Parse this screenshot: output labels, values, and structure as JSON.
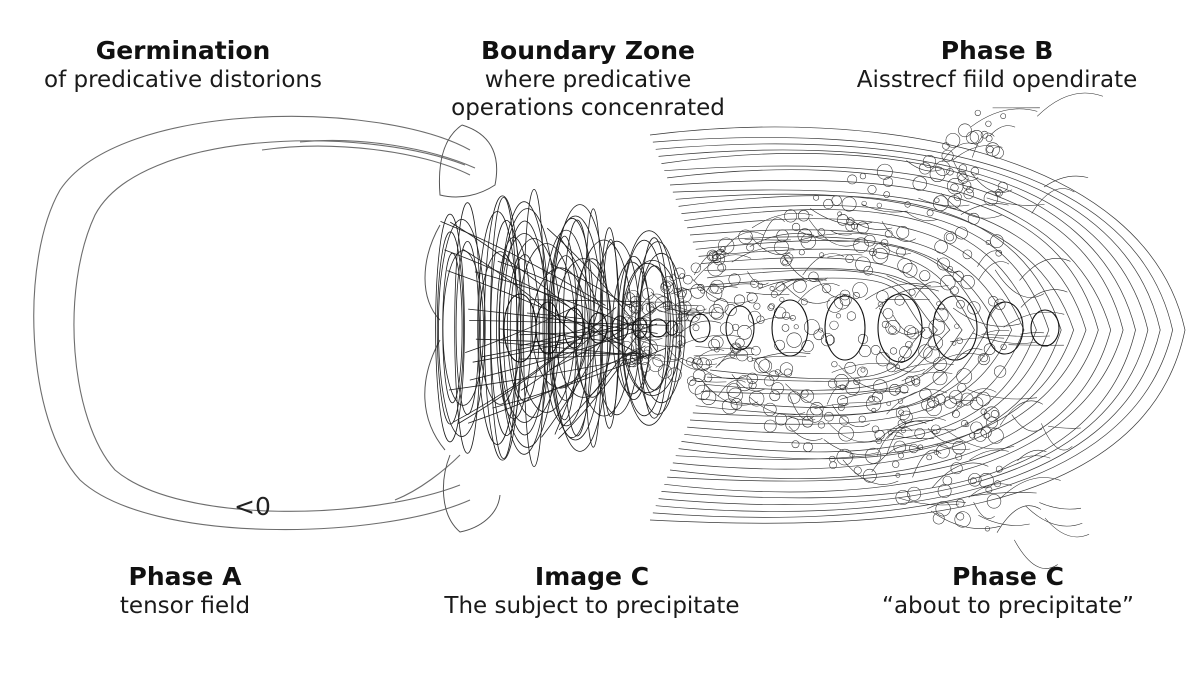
{
  "labels": {
    "germination": {
      "title": "Germination",
      "subtitle": "of predicative distorions"
    },
    "boundary_zone": {
      "title": "Boundary Zone",
      "subtitle": "where predicative operations concenrated"
    },
    "phase_b": {
      "title": "Phase B",
      "subtitle": "Aisstrecf fiild opendirate"
    },
    "phase_a": {
      "title": "Phase A",
      "subtitle": "tensor field"
    },
    "image_c": {
      "title": "Image C",
      "subtitle": "The subject to precipitate"
    },
    "phase_c": {
      "title": "Phase C",
      "subtitle": "“about to precipitate”"
    }
  },
  "field_marker": "<0",
  "colors": {
    "ink": "#111111",
    "line": "#2b2b2b",
    "background": "#ffffff"
  }
}
